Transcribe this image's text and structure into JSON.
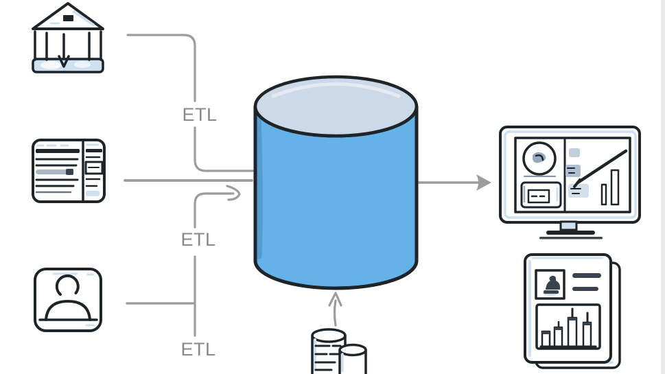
{
  "diagram": {
    "type": "etl-data-warehouse-architecture",
    "labels": {
      "etl_top": "ETL",
      "etl_middle": "ETL",
      "etl_bottom": "ETL"
    },
    "nodes": {
      "source_bank": "bank-institution-source-icon",
      "source_document": "document-records-source-icon",
      "source_user": "user-profile-source-icon",
      "warehouse": "data-warehouse-cylinder",
      "staging_databases": "database-stack-icon",
      "output_dashboard": "dashboard-monitor-icon",
      "output_report": "report-pages-icon"
    },
    "flows": {
      "bank_to_warehouse": "ETL",
      "document_to_warehouse": "",
      "user_to_warehouse": "ETL",
      "bottom_label": "ETL",
      "warehouse_to_dashboard": "",
      "databases_to_warehouse": ""
    },
    "colors": {
      "background": "#ffffff",
      "outline": "#1f2428",
      "connector": "#9c9c9c",
      "label_text": "#898989",
      "cylinder_body": "#65b2e9",
      "cylinder_top": "#ccd9e8",
      "icon_accent": "#cfe0f1",
      "ink_soft": "#39424e"
    }
  }
}
